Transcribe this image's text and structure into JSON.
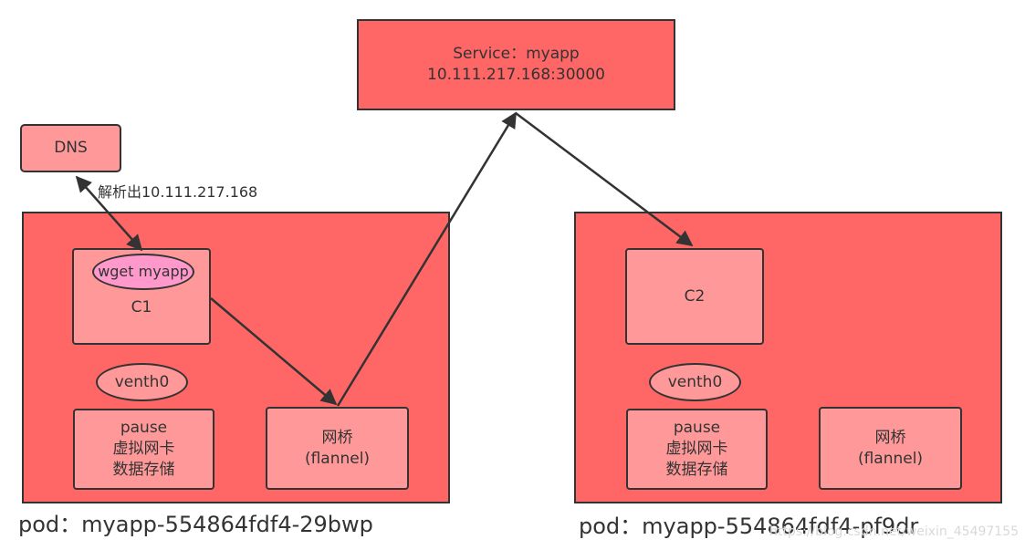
{
  "service": {
    "line1": "Service：myapp",
    "line2": "10.111.217.168:30000"
  },
  "dns": {
    "label": "DNS",
    "resolve_label": "解析出10.111.217.168"
  },
  "pod1": {
    "caption": "pod：myapp-554864fdf4-29bwp",
    "container": "C1",
    "command": "wget myapp",
    "veth": "venth0",
    "pause": {
      "line1": "pause",
      "line2": "虚拟网卡",
      "line3": "数据存储"
    },
    "bridge": {
      "line1": "网桥",
      "line2": "(flannel)"
    }
  },
  "pod2": {
    "caption": "pod：myapp-554864fdf4-pf9dr",
    "container": "C2",
    "veth": "venth0",
    "pause": {
      "line1": "pause",
      "line2": "虚拟网卡",
      "line3": "数据存储"
    },
    "bridge": {
      "line1": "网桥",
      "line2": "(flannel)"
    }
  },
  "watermark": "https://blog.csdn.net/weixin_45497155",
  "colors": {
    "pod_fill": "#ff6666",
    "box_fill": "#ff9999",
    "command_fill": "#ff99cc",
    "stroke": "#333333"
  }
}
